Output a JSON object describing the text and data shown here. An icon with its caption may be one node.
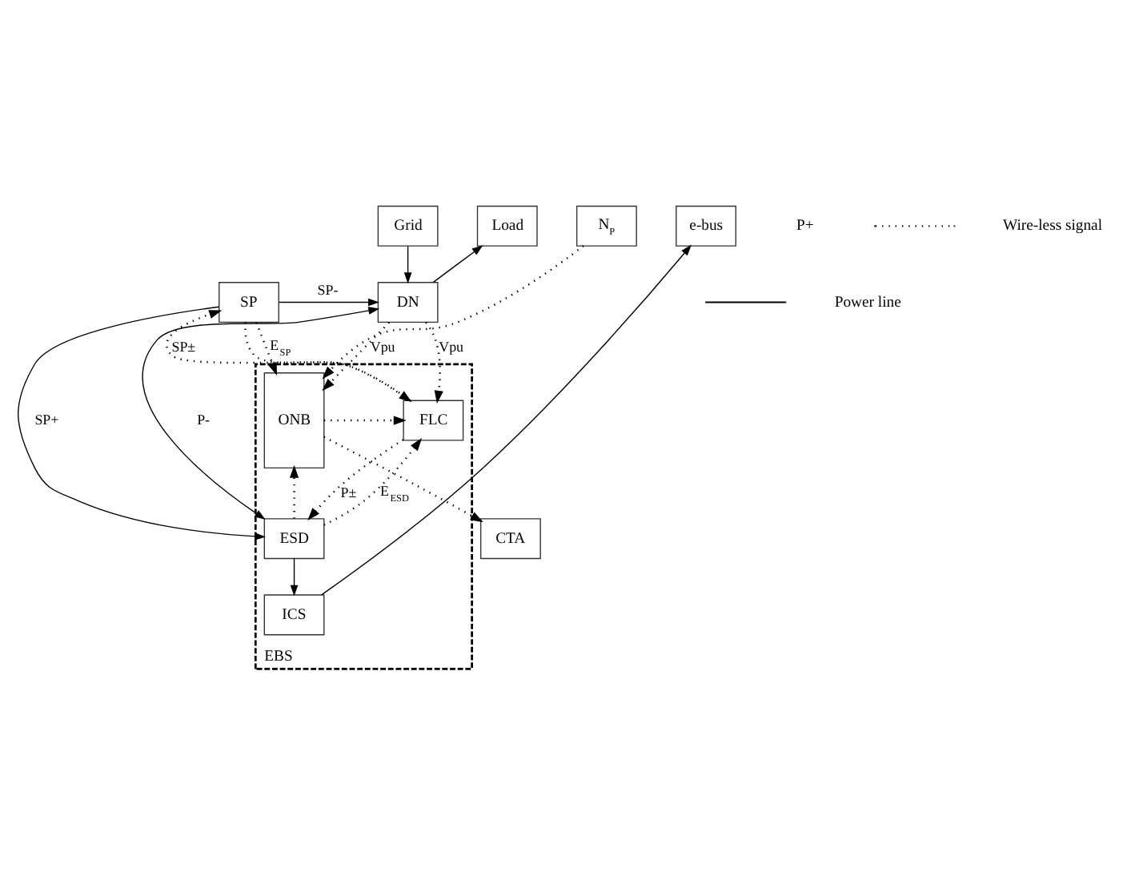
{
  "diagram": {
    "nodes": [
      {
        "text": [
          "Grid"
        ]
      },
      {
        "text": [
          "Load"
        ]
      },
      {
        "text": [
          "DN"
        ]
      },
      {
        "text": [
          "EBS"
        ]
      },
      {
        "text": [
          "FLC"
        ],
        "in": 3
      },
      {
        "text": [
          "SP"
        ]
      },
      {
        "text": [
          "N$_{P}$"
        ]
      },
      {
        "text": [
          "ONB"
        ],
        "in": 3
      },
      {
        "text": [
          "ESD"
        ],
        "in": 3
      },
      {
        "text": [
          "CTA"
        ]
      },
      {
        "text": [
          "ICS"
        ],
        "in": 3
      },
      {
        "text": [
          "e-bus"
        ]
      }
    ],
    "edges": [
      {
        "from": 0,
        "to": 2,
        "arrow": "to"
      },
      {
        "from": 2,
        "to": 1,
        "arrow": "to"
      },
      {
        "from": 2,
        "to": 7,
        "arrow": "to",
        "style": "dashed",
        "label": "Vpu"
      },
      {
        "from": 2,
        "to": 4,
        "arrow": "to",
        "style": "dashed",
        "label": "Vpu"
      },
      {
        "from": 5,
        "to": 2,
        "arrow": "to",
        "label": "SP-"
      },
      {
        "from": 2,
        "to": 8,
        "arrow": "both",
        "label": "P-"
      },
      {
        "from": 7,
        "to": 4,
        "arrow": "to",
        "style": "dashed"
      },
      {
        "from": 4,
        "to": 5,
        "arrow": "to",
        "style": "dashed",
        "label": "SP±"
      },
      {
        "from": 4,
        "to": 8,
        "arrow": "to",
        "style": "dashed",
        "label": "P±"
      },
      {
        "from": 8,
        "to": 4,
        "arrow": "to",
        "style": "dashed",
        "label": "E$_{ESD}$"
      },
      {
        "from": 8,
        "to": 7,
        "arrow": "to",
        "style": "dashed"
      },
      {
        "from": 5,
        "to": 8,
        "arrow": "to",
        "label": "SP+"
      },
      {
        "from": 5,
        "to": 7,
        "arrow": "to",
        "style": "dashed",
        "label": "E$_{SP}$"
      },
      {
        "from": 5,
        "to": 4,
        "arrow": "to",
        "style": "dashed"
      },
      {
        "from": 6,
        "to": 7,
        "arrow": "to",
        "style": "dashed"
      },
      {
        "from": 7,
        "to": 9,
        "arrow": "to",
        "style": "dashed"
      },
      {
        "from": 8,
        "to": 10,
        "arrow": "to"
      },
      {
        "from": 10,
        "to": 11,
        "arrow": "to"
      }
    ],
    "labels": [
      "P+"
    ],
    "legend": [
      {
        "text": "Power line"
      },
      {
        "text": "Wire-less signal"
      }
    ]
  }
}
